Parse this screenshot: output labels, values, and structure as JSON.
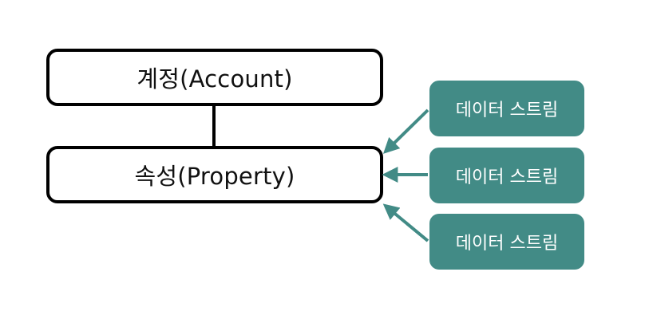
{
  "diagram": {
    "account": {
      "label": "계정(Account)"
    },
    "property": {
      "label": "속성(Property)"
    },
    "data_streams": [
      {
        "label": "데이터 스트림"
      },
      {
        "label": "데이터 스트림"
      },
      {
        "label": "데이터 스트림"
      }
    ],
    "colors": {
      "stream_fill": "#428b86",
      "arrow": "#428b86",
      "box_border": "#000000"
    }
  }
}
